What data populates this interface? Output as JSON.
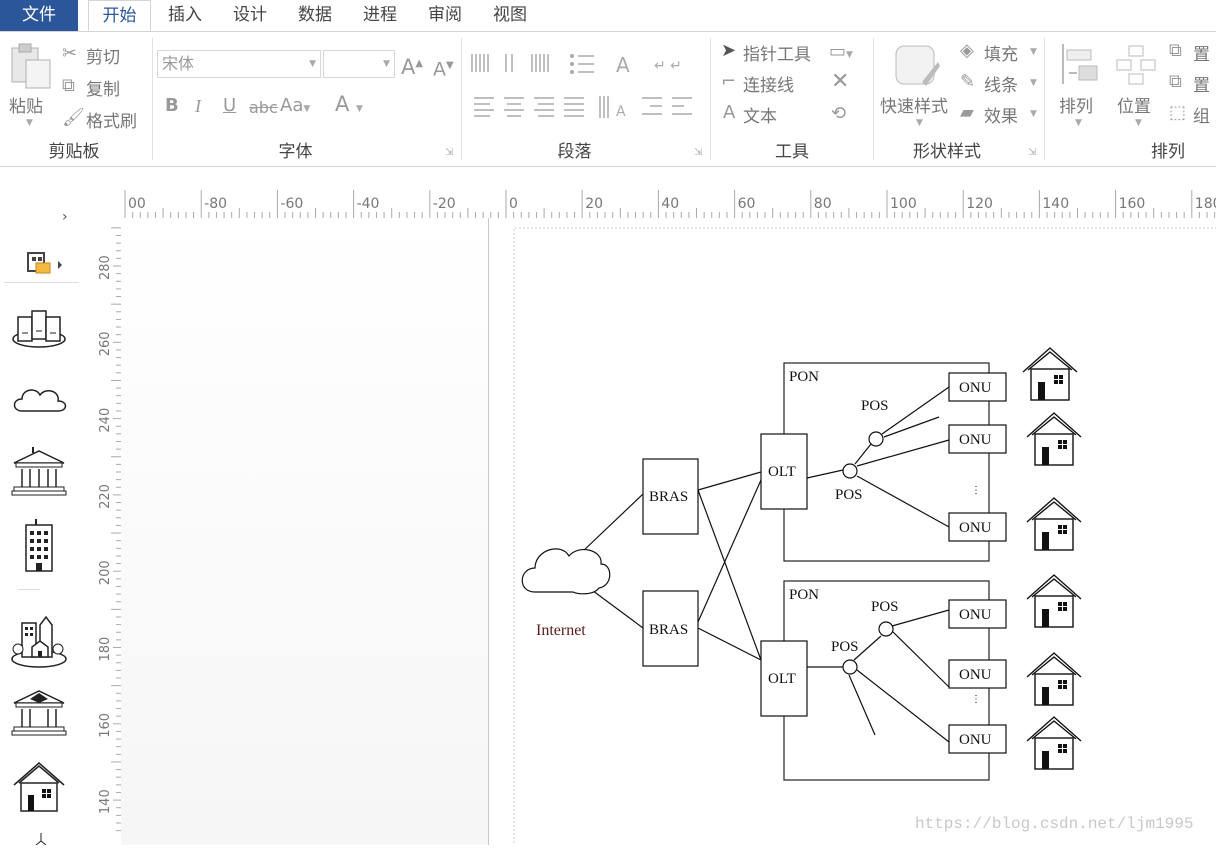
{
  "menu": {
    "file": "文件",
    "tabs": [
      "开始",
      "插入",
      "设计",
      "数据",
      "进程",
      "审阅",
      "视图"
    ]
  },
  "ribbon": {
    "clipboard": {
      "label": "剪贴板",
      "paste": "粘贴",
      "cut": "剪切",
      "copy": "复制",
      "format_painter": "格式刷"
    },
    "font": {
      "label": "字体",
      "font_name": "宋体",
      "font_size": "",
      "aa": "Aa",
      "abc": "abc"
    },
    "paragraph": {
      "label": "段落"
    },
    "tools": {
      "label": "工具",
      "pointer": "指针工具",
      "connector": "连接线",
      "text": "文本"
    },
    "shape_styles": {
      "label": "形状样式",
      "quick_styles": "快速样式",
      "fill": "填充",
      "line": "线条",
      "effects": "效果"
    },
    "arrange": {
      "label": "排列",
      "arrange_btn": "排列",
      "position_btn": "位置",
      "bring_front": "置",
      "send_back": "置",
      "group": "组"
    }
  },
  "rulers": {
    "horizontal": [
      "00",
      "-80",
      "-60",
      "-40",
      "-20",
      "0",
      "20",
      "40",
      "60",
      "80",
      "100",
      "120",
      "140",
      "160",
      "180"
    ],
    "vertical": [
      "280",
      "260",
      "240",
      "220",
      "200",
      "180",
      "160",
      "140"
    ]
  },
  "diagram": {
    "internet": "Internet",
    "bras": [
      "BRAS",
      "BRAS"
    ],
    "pon_1": {
      "title": "PON",
      "olt": "OLT",
      "pos_upper": "POS",
      "pos_lower": "POS",
      "onu": [
        "ONU",
        "ONU",
        "ONU"
      ],
      "ellipsis": "⋮"
    },
    "pon_2": {
      "title": "PON",
      "olt": "OLT",
      "pos_upper": "POS",
      "pos_lower": "POS",
      "onu": [
        "ONU",
        "ONU",
        "ONU"
      ],
      "ellipsis": "⋮"
    }
  },
  "watermark": "https://blog.csdn.net/ljm1995",
  "colors": {
    "file_tab": "#2b579a",
    "active_tab_text": "#2b579a",
    "internet_label": "#5a1a1a"
  }
}
